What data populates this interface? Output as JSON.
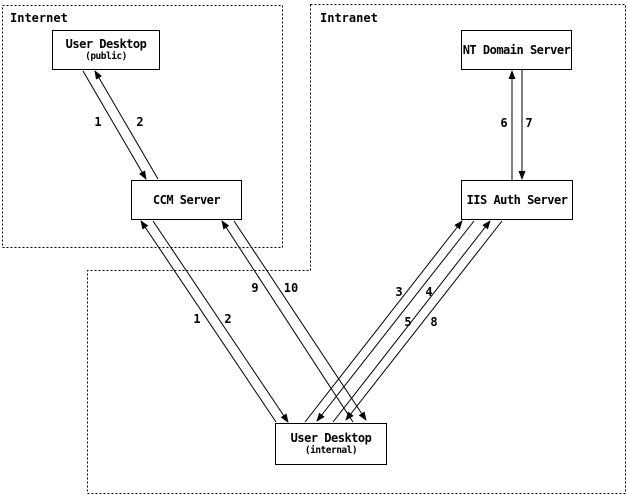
{
  "diagram": {
    "colors": {
      "stroke": "#000000",
      "background": "#ffffff"
    },
    "regions": {
      "internet": {
        "label": "Internet"
      },
      "intranet": {
        "label": "Intranet"
      }
    },
    "nodes": {
      "user_desktop_public": {
        "title": "User Desktop",
        "subtitle": "(public)"
      },
      "ccm_server": {
        "title": "CCM Server"
      },
      "nt_domain_server": {
        "title": "NT Domain Server"
      },
      "iis_auth_server": {
        "title": "IIS Auth Server"
      },
      "user_desktop_internal": {
        "title": "User Desktop",
        "subtitle": "(internal)"
      }
    },
    "edge_labels": {
      "public_ccm_request": "1",
      "public_ccm_response": "2",
      "internal_ccm_request": "1",
      "internal_ccm_response": "2",
      "internal_ccm_up_9": "9",
      "ccm_internal_down_10": "10",
      "internal_iis_step_3": "3",
      "iis_internal_step_4": "4",
      "internal_iis_step_5": "5",
      "iis_internal_step_8": "8",
      "iis_nt_up_6": "6",
      "nt_iis_down_7": "7"
    }
  }
}
